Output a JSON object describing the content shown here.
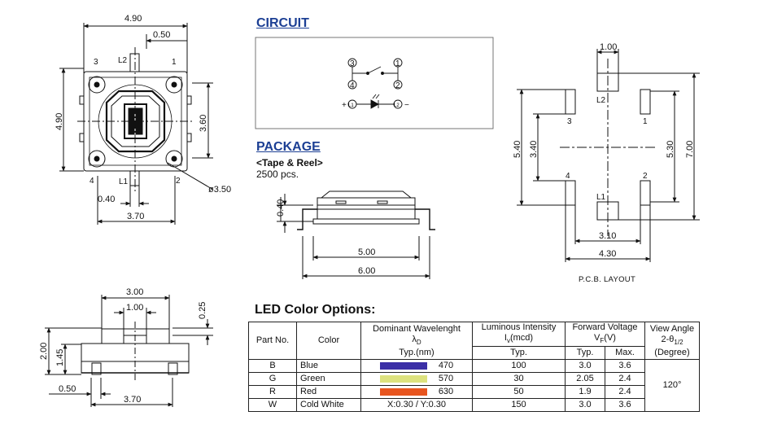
{
  "top_view": {
    "width": "4.90",
    "height": "4.90",
    "offset": "0.50",
    "inner_height": "3.60",
    "bottom_width": "3.70",
    "bottom_offset": "0.40",
    "hole": "ø3.50",
    "pins": {
      "p1": "1",
      "p2": "2",
      "p3": "3",
      "p4": "4",
      "l1": "L1",
      "l2": "L2"
    }
  },
  "side_view": {
    "top_width": "3.00",
    "inner_width": "1.00",
    "height_total": "2.00",
    "height_body": "1.45",
    "cap": "0.25",
    "foot": "0.50",
    "bottom_width": "3.70"
  },
  "circuit": {
    "title": "CIRCUIT",
    "n3": "3",
    "n1": "1",
    "n4": "4",
    "n2": "2",
    "plus": "+",
    "minus": "−",
    "l1": "L1",
    "l2": "L2"
  },
  "package": {
    "title": "PACKAGE",
    "subtitle": "<Tape & Reel>",
    "quantity": "2500 pcs.",
    "dim_height": "0.40",
    "dim_inner": "5.00",
    "dim_outer": "6.00"
  },
  "pcb": {
    "caption": "P.C.B.  LAYOUT",
    "top": "1.00",
    "h_left_outer": "5.40",
    "h_left_inner": "3.40",
    "h_right_inner": "5.30",
    "h_right_outer": "7.00",
    "w_inner": "3.10",
    "w_outer": "4.30",
    "pads": {
      "p1": "1",
      "p2": "2",
      "p3": "3",
      "p4": "4",
      "l1": "L1",
      "l2": "L2"
    }
  },
  "led_options": {
    "title": "LED Color Options:",
    "headers": {
      "part": "Part No.",
      "color": "Color",
      "wavelength": "Dominant Wavelenght",
      "wavelength_sym": "λ",
      "wavelength_sub": "D",
      "wavelength_unit": "Typ.(nm)",
      "intensity": "Luminous Intensity",
      "intensity_sym": "I",
      "intensity_sub": "v",
      "intensity_unit": "(mcd)",
      "voltage": "Forward Voltage",
      "voltage_sym": "V",
      "voltage_sub": "F",
      "voltage_unit": "(V)",
      "angle": "View Angle",
      "angle_sym": "2-θ",
      "angle_sub": "1/2",
      "angle_unit": "(Degree)",
      "typ": "Typ.",
      "max": "Max."
    },
    "rows": [
      {
        "part": "B",
        "color": "Blue",
        "swatch": "#3b2fa6",
        "wavelength": "470",
        "intensity": "100",
        "vf_typ": "3.0",
        "vf_max": "3.6"
      },
      {
        "part": "G",
        "color": "Green",
        "swatch": "#dde27e",
        "wavelength": "570",
        "intensity": "30",
        "vf_typ": "2.05",
        "vf_max": "2.4"
      },
      {
        "part": "R",
        "color": "Red",
        "swatch": "#e8551f",
        "wavelength": "630",
        "intensity": "50",
        "vf_typ": "1.9",
        "vf_max": "2.4"
      },
      {
        "part": "W",
        "color": "Cold White",
        "swatch": "",
        "wavelength": "X:0.30 / Y:0.30",
        "intensity": "150",
        "vf_typ": "3.0",
        "vf_max": "3.6"
      }
    ],
    "view_angle": "120°"
  }
}
